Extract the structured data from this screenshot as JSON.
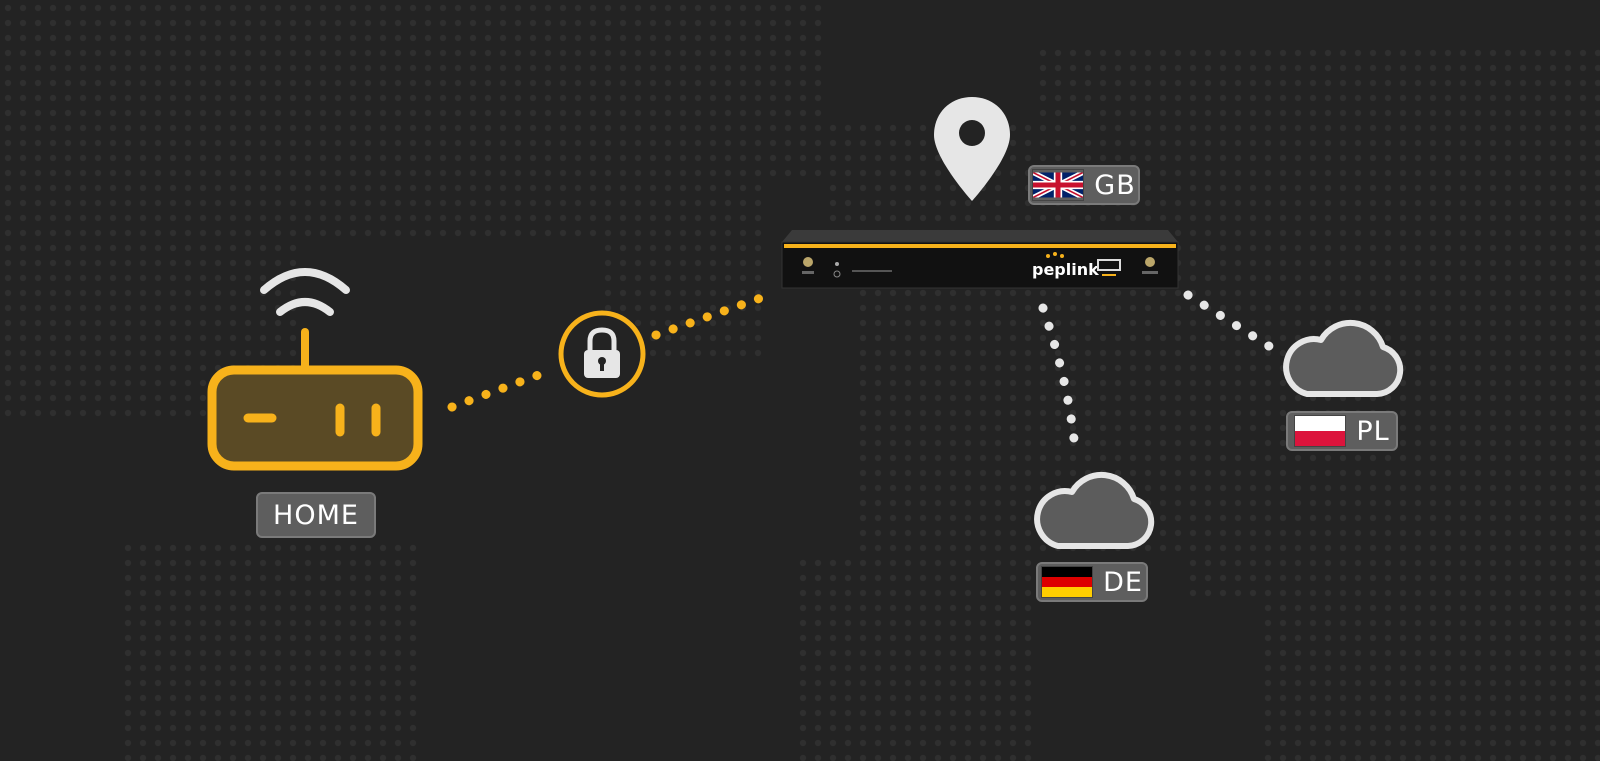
{
  "nodes": {
    "home": {
      "label": "HOME"
    },
    "gb": {
      "label": "GB"
    },
    "de": {
      "label": "DE"
    },
    "pl": {
      "label": "PL"
    }
  },
  "router": {
    "brand": "peplink"
  },
  "colors": {
    "background": "#232323",
    "accent": "#f7b21b",
    "dots": "#2f2f2f",
    "connector_secure": "#f7b21b",
    "connector_cloud": "#e6e6e6",
    "label_bg": "#5e5e5e",
    "cloud_fill": "#5c5c5c",
    "cloud_stroke": "#e6e6e6",
    "pin": "#e6e6e6"
  },
  "icons": {
    "home": "wifi-router-icon",
    "lock": "padlock-icon",
    "location": "map-pin-icon",
    "device": "peplink-router-image",
    "cloud": "cloud-icon"
  }
}
